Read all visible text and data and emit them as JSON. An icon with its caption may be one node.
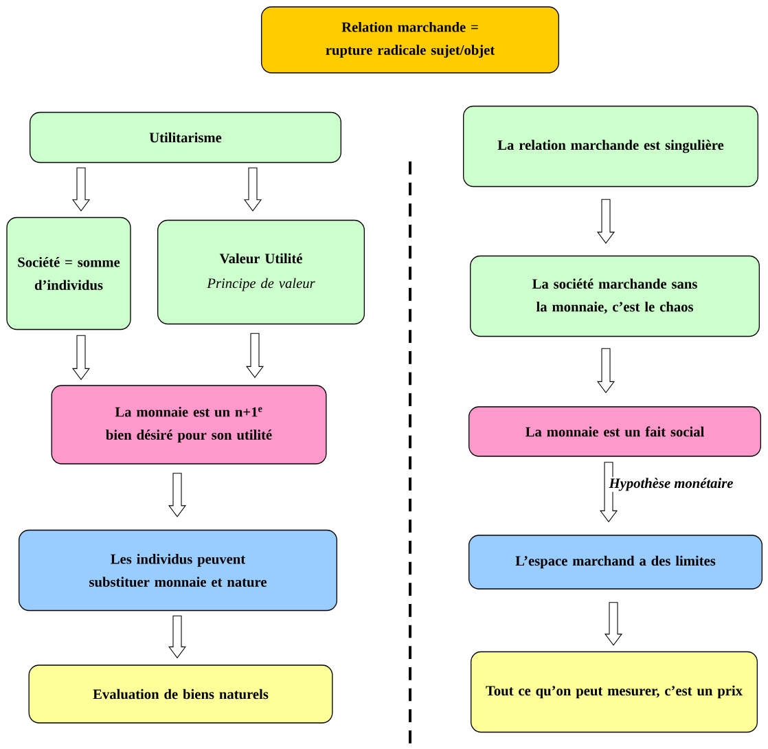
{
  "diagram": {
    "nodes": [
      {
        "text": [
          "Relation marchande = rupture radicale sujet/objet"
        ]
      },
      {
        "text": [
          "Utilitarisme"
        ]
      },
      {
        "text": [
          "Société = somme d’individus"
        ]
      },
      {
        "text": [
          "Valeur Utilité",
          "Principe de valeur"
        ]
      },
      {
        "text": [
          "La monnaie est un  n+1$^{e}$ bien désiré pour son utilité"
        ]
      },
      {
        "text": [
          "Les individus peuvent substituer monnaie et nature"
        ]
      },
      {
        "text": [
          "Evaluation de biens naturels"
        ]
      },
      {
        "text": [
          "La relation marchande est singulière"
        ]
      },
      {
        "text": [
          "La société marchande sans la monnaie, c’est le chaos"
        ]
      },
      {
        "text": [
          "La monnaie est un fait social"
        ]
      },
      {
        "text": [
          "L’espace marchand a des limites"
        ]
      },
      {
        "text": [
          "Tout ce qu’on peut mesurer, c’est un prix"
        ]
      }
    ],
    "edges": [
      {
        "from": 1,
        "to": 2,
        "arrow": "to"
      },
      {
        "from": 1,
        "to": 3,
        "arrow": "to"
      },
      {
        "from": 2,
        "to": 4,
        "arrow": "to"
      },
      {
        "from": 3,
        "to": 4,
        "arrow": "to"
      },
      {
        "from": 4,
        "to": 5,
        "arrow": "to"
      },
      {
        "from": 5,
        "to": 6,
        "arrow": "to"
      },
      {
        "from": 7,
        "to": 8,
        "arrow": "to"
      },
      {
        "from": 8,
        "to": 9,
        "arrow": "to"
      },
      {
        "from": 9,
        "to": 10,
        "arrow": "to",
        "label": "Hypothèse monétaire"
      },
      {
        "from": 10,
        "to": 11,
        "arrow": "to"
      }
    ]
  }
}
